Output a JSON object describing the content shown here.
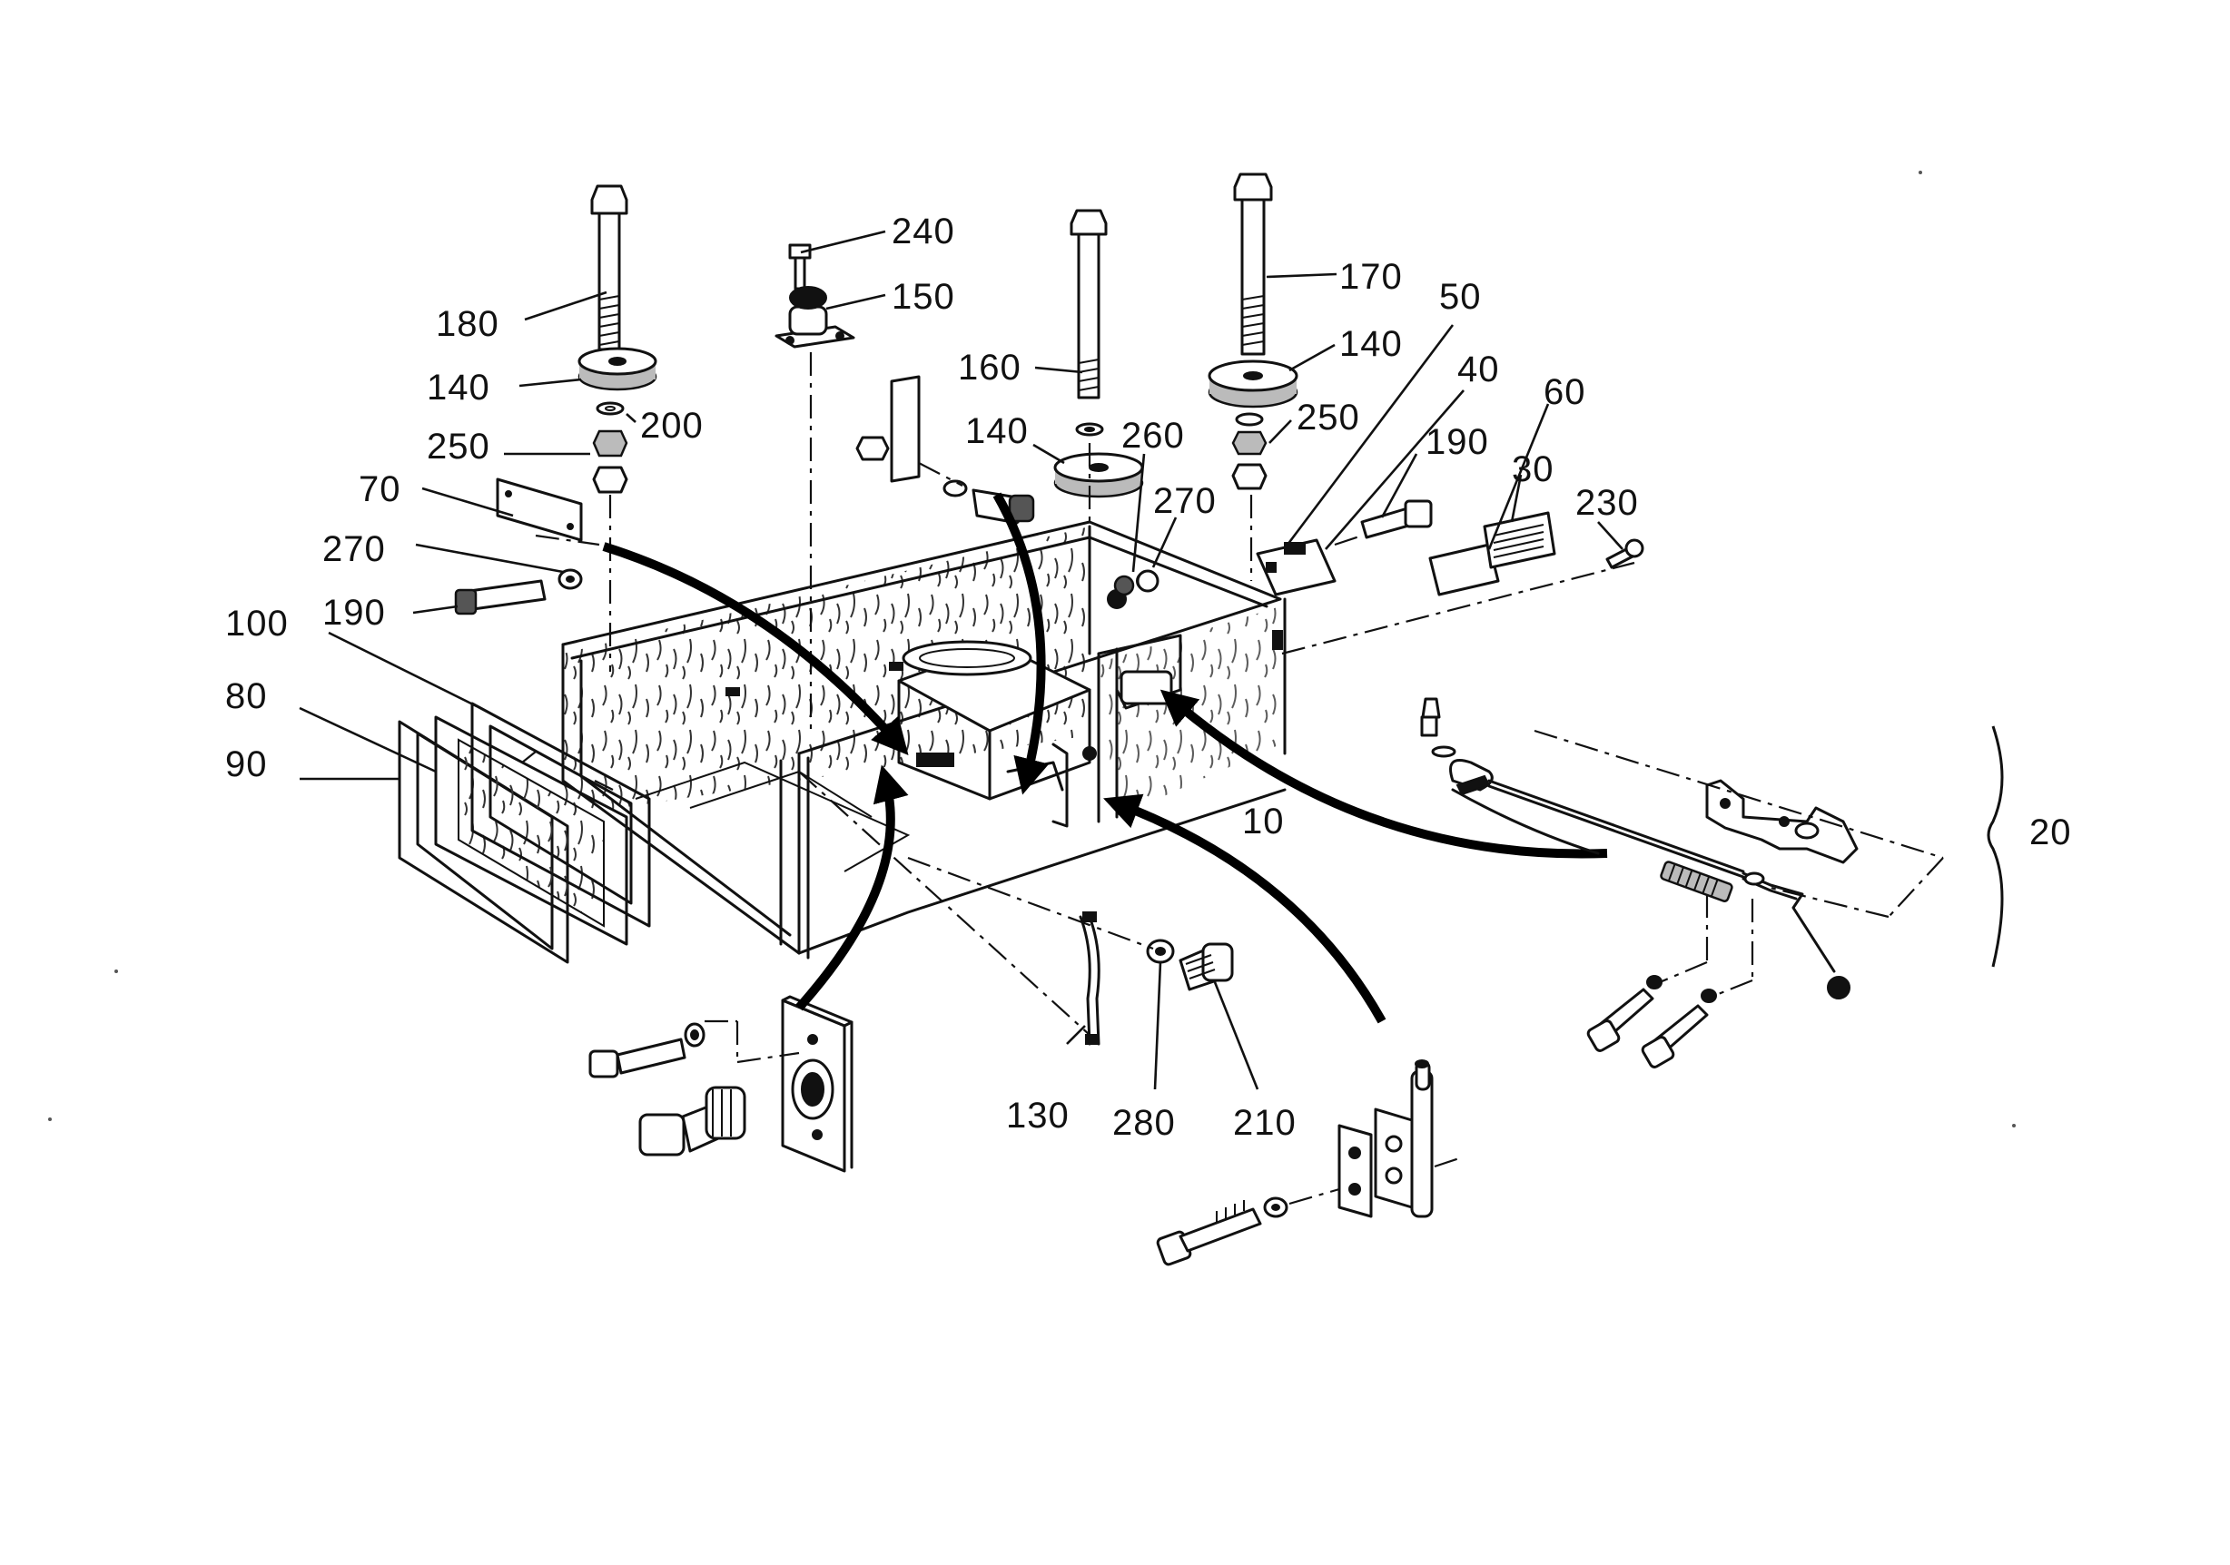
{
  "callouts": {
    "c240": "240",
    "c150": "150",
    "c180": "180",
    "c140a": "140",
    "c200": "200",
    "c250a": "250",
    "c70": "70",
    "c270a": "270",
    "c190a": "190",
    "c160": "160",
    "c140b": "140",
    "c260": "260",
    "c270b": "270",
    "c170": "170",
    "c140c": "140",
    "c250b": "250",
    "c50": "50",
    "c40": "40",
    "c190b": "190",
    "c60": "60",
    "c30": "30",
    "c230": "230",
    "c100": "100",
    "c80": "80",
    "c90": "90",
    "c10": "10",
    "c20": "20",
    "c130": "130",
    "c280": "280",
    "c210": "210"
  }
}
